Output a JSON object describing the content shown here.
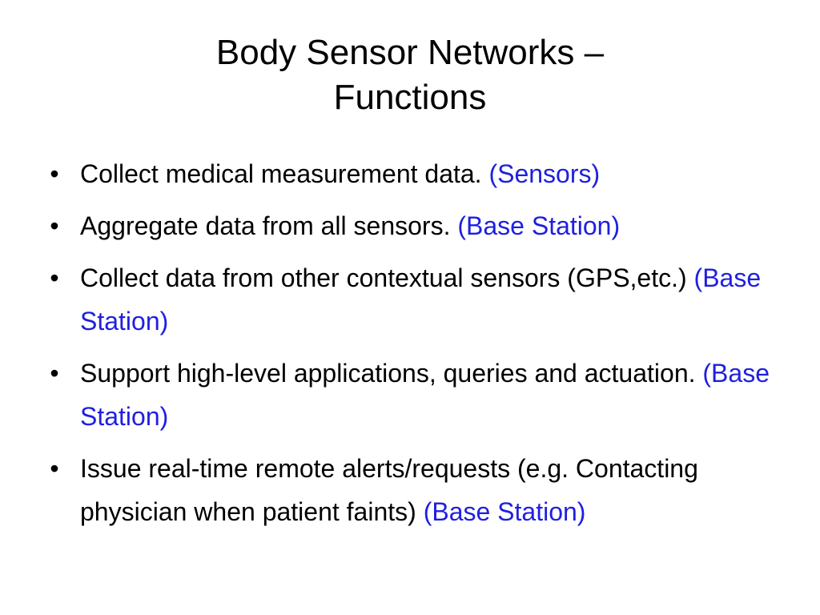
{
  "slide": {
    "title_line1": "Body Sensor Networks –",
    "title_line2": "Functions",
    "bullet_symbol": "•",
    "accent_color": "#1f1fe0",
    "bullets": [
      {
        "text": "Collect medical measurement data. ",
        "tag": "(Sensors)"
      },
      {
        "text": "Aggregate data from all sensors. ",
        "tag": "(Base Station)"
      },
      {
        "text": "Collect data from other contextual sensors (GPS,etc.) ",
        "tag": "(Base Station)"
      },
      {
        "text": "Support high-level applications, queries and actuation. ",
        "tag": "(Base Station)"
      },
      {
        "text": "Issue real-time remote alerts/requests (e.g. Contacting physician when patient faints) ",
        "tag": "(Base Station)"
      }
    ]
  }
}
